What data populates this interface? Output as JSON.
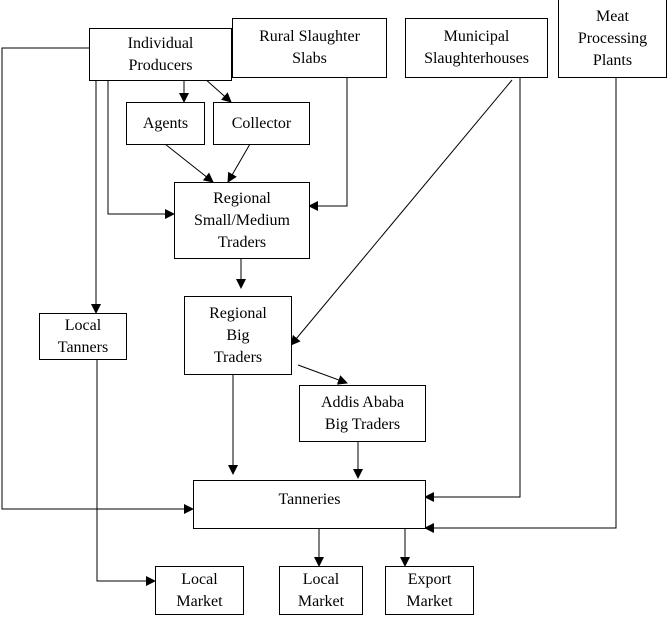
{
  "nodes": {
    "individual_producers": [
      "Individual",
      "Producers"
    ],
    "rural_slabs": [
      "Rural Slaughter",
      "Slabs"
    ],
    "municipal": [
      "Municipal",
      "Slaughterhouses"
    ],
    "meat_plants": [
      "Meat",
      "Processing",
      "Plants"
    ],
    "agents": [
      "Agents"
    ],
    "collector": [
      "Collector"
    ],
    "regional_small": [
      "Regional",
      "Small/Medium",
      "Traders"
    ],
    "local_tanners": [
      "Local",
      "Tanners"
    ],
    "regional_big": [
      "Regional",
      "Big",
      "Traders"
    ],
    "addis_big": [
      "Addis Ababa",
      "Big Traders"
    ],
    "tanneries": [
      "Tanneries"
    ],
    "local_market_1": [
      "Local",
      "Market"
    ],
    "local_market_2": [
      "Local",
      "Market"
    ],
    "export_market": [
      "Export",
      "Market"
    ]
  }
}
